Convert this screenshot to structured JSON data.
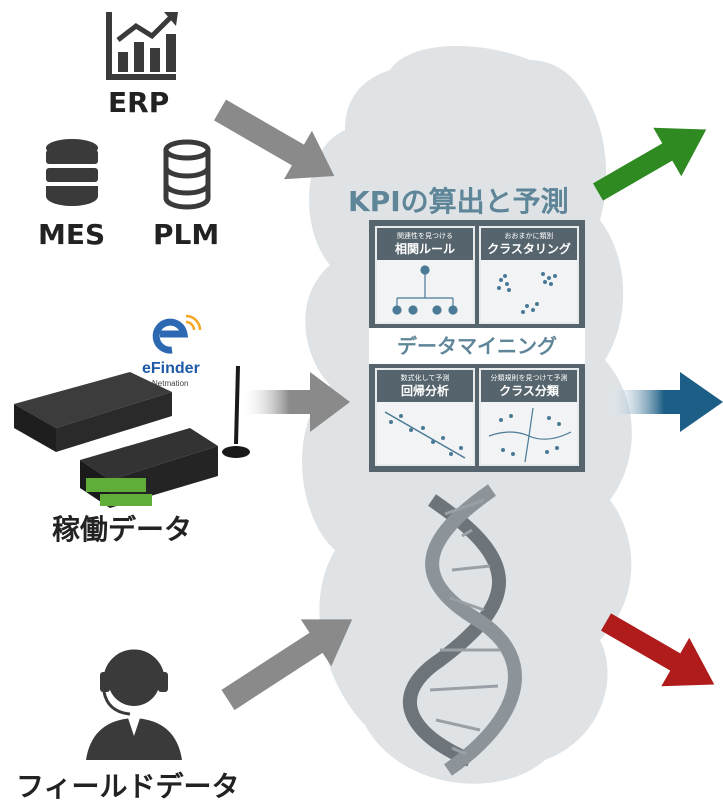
{
  "sources": {
    "erp_label": "ERP",
    "mes_label": "MES",
    "plm_label": "PLM",
    "operation_label": "稼働データ",
    "field_label": "フィールドデータ"
  },
  "device": {
    "brand": "eFinder",
    "maker": "Netmation"
  },
  "cloud": {
    "title": "KPIの算出と予測",
    "center_label": "データマイニング",
    "tiles": [
      {
        "sub": "関連性を見つける",
        "main": "相関ルール"
      },
      {
        "sub": "おおまかに類別",
        "main": "クラスタリング"
      },
      {
        "sub": "数式化して予測",
        "main": "回帰分析"
      },
      {
        "sub": "分類規則を見つけて予測",
        "main": "クラス分類"
      }
    ]
  },
  "colors": {
    "cloud": "#dfe3e6",
    "input_arrow": "#8a8a8a",
    "output_green": "#2f8a22",
    "output_blue": "#1d5e86",
    "output_red": "#b01c1c",
    "title_blue": "#5f8598",
    "panel": "#56656d"
  },
  "icons": [
    "chart-icon",
    "database-icon",
    "database-outline-icon",
    "iot-device-icon",
    "antenna-icon",
    "operator-headset-icon",
    "dna-icon"
  ]
}
